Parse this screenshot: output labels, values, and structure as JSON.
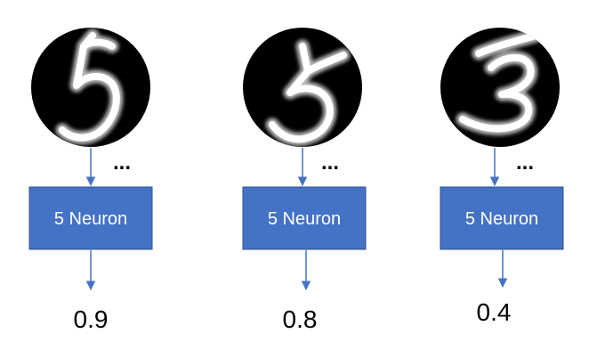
{
  "columns": [
    {
      "digit_image": "handwritten-digit-5",
      "ellipsis": "...",
      "neuron_label": "5 Neuron",
      "output_value": "0.9"
    },
    {
      "digit_image": "handwritten-digit-5",
      "ellipsis": "...",
      "neuron_label": "5 Neuron",
      "output_value": "0.8"
    },
    {
      "digit_image": "handwritten-digit-3",
      "ellipsis": "...",
      "neuron_label": "5 Neuron",
      "output_value": "0.4"
    }
  ],
  "colors": {
    "neuron_fill": "#4472C4",
    "neuron_stroke": "#2F528F",
    "arrow": "#4472C4",
    "digit_bg": "#000000",
    "digit_stroke": "#ffffff",
    "text": "#000000",
    "neuron_text": "#ffffff"
  }
}
